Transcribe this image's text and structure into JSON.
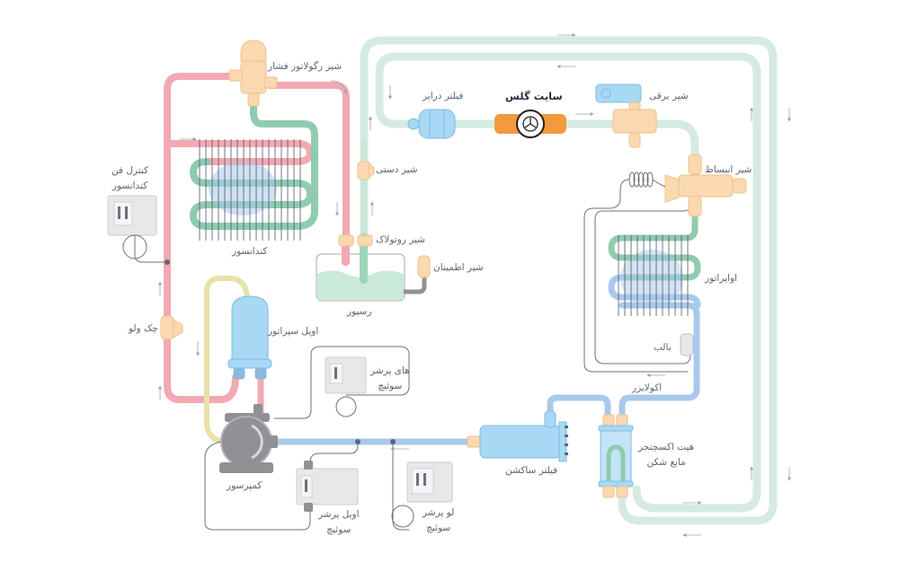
{
  "diagram": {
    "title": "",
    "type": "refrigeration-cycle-schematic",
    "colors": {
      "hot_gas_line": "#f2a9b3",
      "liquid_line": "#cfe7dc",
      "liquid_line_dark": "#8fcbb0",
      "suction_line": "#a9c9ec",
      "oil_line": "#e8e2a8",
      "valve_body": "#fbd9b0",
      "sight_glass": "#f39a3e",
      "component_blue": "#a8d8f3",
      "switch_gray": "#e7e8ea",
      "compressor_gray": "#8f9194",
      "receiver_liquid": "#c9ead8",
      "label_text": "#5b6677",
      "capillary": "#6d7278"
    },
    "labels": {
      "pressure_regulator_valve": "شیر رگولاتور فشار",
      "condenser_fan_control": [
        "کنترل فن",
        "کندانسور"
      ],
      "condenser": "کندانسور",
      "manual_valve": "شیر دستی",
      "rotolock_valve": "شیر روتولاک",
      "safety_valve": "شیر اطمینان",
      "receiver": "رسیور",
      "filter_drier": "فیلتر درایر",
      "sight_glass": "سایت گلس",
      "solenoid_valve": "شیر برقی",
      "expansion_valve": "شیر انبساط",
      "evaporator": "اواپراتور",
      "bulb": "بالب",
      "equalizer": "اکولایزر",
      "check_valve": "چک ولو",
      "oil_separator": "اویل سپراتور",
      "high_pressure_switch": [
        "های پرشر",
        "سوئیچ"
      ],
      "compressor": "کمپرسور",
      "oil_pressure_switch": [
        "اویل پرشر",
        "سوئیچ"
      ],
      "low_pressure_switch": [
        "لو پرشر",
        "سوئیچ"
      ],
      "suction_filter": "فیلتر ساکشن",
      "heat_exchanger": [
        "هیت اکسچنجر",
        "مایع شکن"
      ]
    },
    "flow_direction": "clockwise",
    "components": [
      "compressor",
      "oil_separator",
      "check_valve",
      "condenser",
      "pressure_regulator_valve",
      "receiver",
      "rotolock_valve",
      "manual_valve",
      "safety_valve",
      "filter_drier",
      "sight_glass",
      "solenoid_valve",
      "expansion_valve",
      "evaporator",
      "bulb",
      "equalizer",
      "heat_exchanger",
      "suction_filter",
      "low_pressure_switch",
      "oil_pressure_switch",
      "high_pressure_switch",
      "condenser_fan_control"
    ]
  }
}
